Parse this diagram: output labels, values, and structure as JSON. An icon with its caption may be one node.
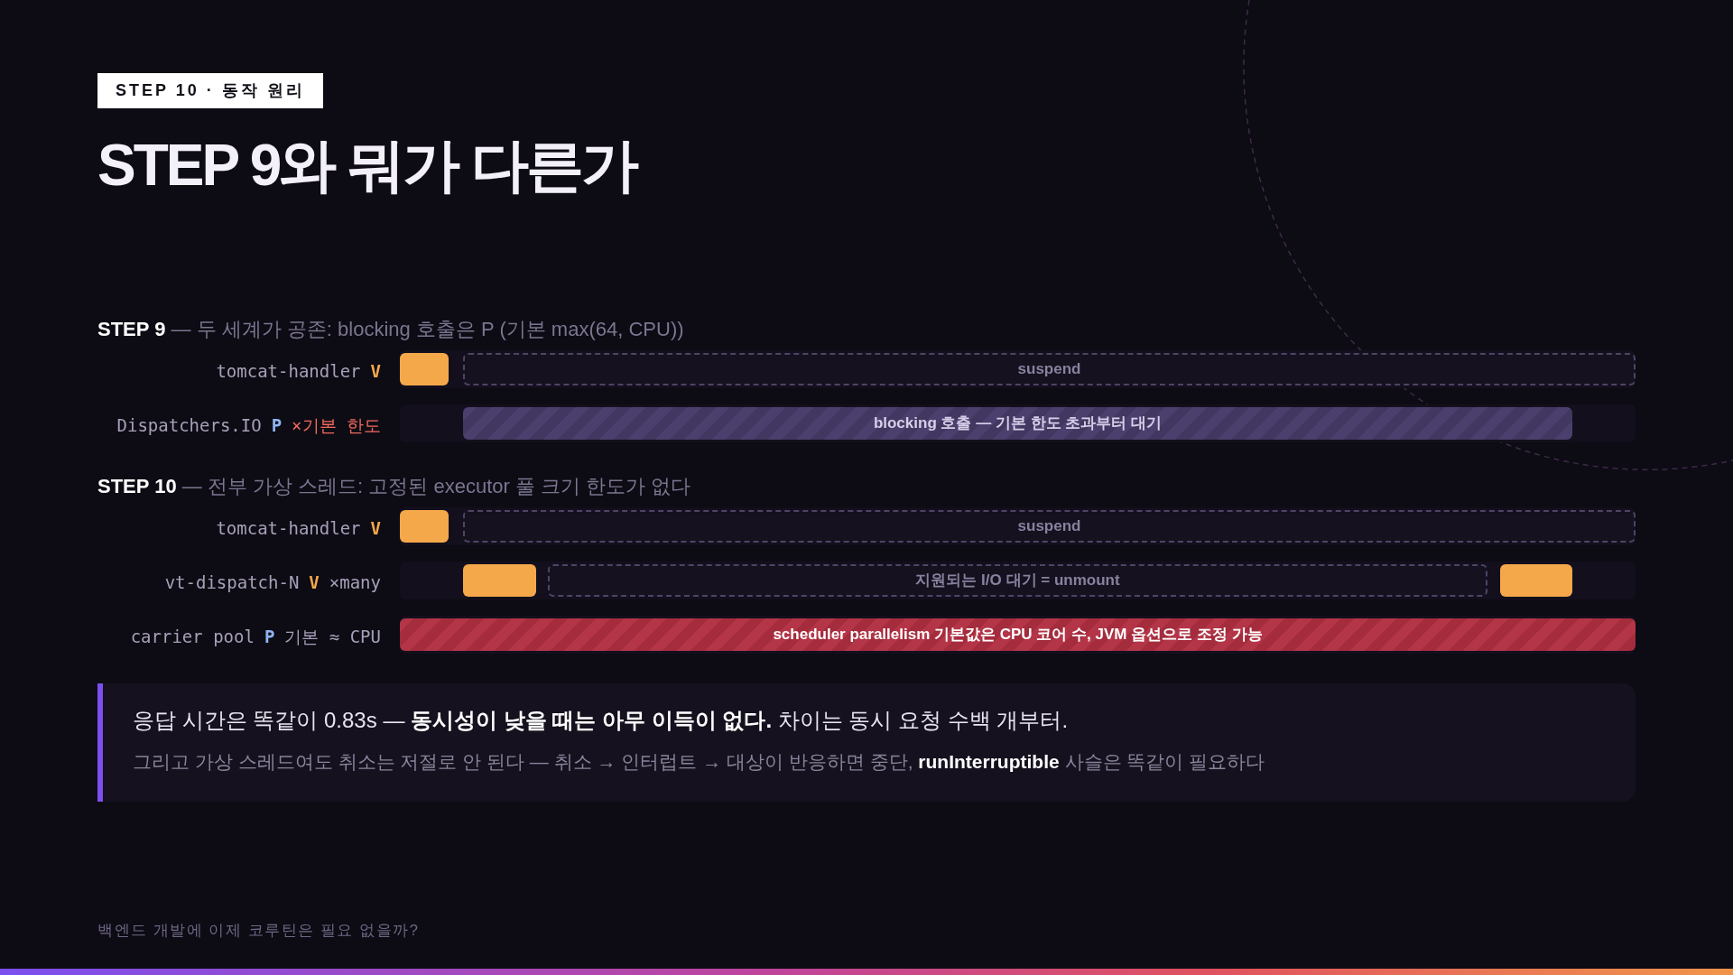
{
  "diagram": {
    "title": "STEP 9와 뭐가 다른가",
    "nodes": [
      {
        "text": [
          "STEP 10 · 동작 원리"
        ]
      },
      {
        "text": [
          "tomcat-handler",
          "V"
        ]
      },
      {
        "text": [],
        "shape": "bar",
        "in": 1
      },
      {
        "text": [
          "suspend"
        ],
        "in": 1
      },
      {
        "text": [
          "Dispatchers.IO",
          "P",
          "×기본 한도"
        ]
      },
      {
        "text": [
          "blocking 호출 — 기본 한도 초과부터 대기"
        ],
        "in": 4
      },
      {
        "text": [
          "tomcat-handler",
          "V"
        ]
      },
      {
        "text": [],
        "shape": "bar",
        "in": 6
      },
      {
        "text": [
          "suspend"
        ],
        "in": 6
      },
      {
        "text": [
          "vt-dispatch-N",
          "V",
          "×many"
        ]
      },
      {
        "text": [],
        "shape": "bar",
        "in": 9
      },
      {
        "text": [
          "지원되는 I/O 대기 = unmount"
        ],
        "in": 9
      },
      {
        "text": [],
        "shape": "bar",
        "in": 9
      },
      {
        "text": [
          "carrier pool",
          "P",
          "기본 ≈ CPU"
        ]
      },
      {
        "text": [
          "scheduler parallelism 기본값은 CPU 코어 수, JVM 옵션으로 조정 가능"
        ],
        "in": 13
      },
      {
        "text": [
          "응답 시간은 똑같이 0.83s — **동시성이 낮을 때는 아무 이득이 없다.** 차이는 동시 요청 수백 개부터.",
          "그리고 가상 스레드여도 취소는 저절로 안 된다 — 취소 → 인터럽트 → 대상이 반응하면 중단, **runInterruptible** 사슬은 똑같이 필요하다"
        ]
      }
    ],
    "labels": [
      "**STEP 9** — 두 세계가 공존: blocking 호출은 P (기본 max(64, CPU))",
      "**STEP 10** — 전부 가상 스레드: 고정된 executor 풀 크기 한도가 없다",
      "백엔드 개발에 이제 코루틴은 필요 없을까?"
    ]
  }
}
